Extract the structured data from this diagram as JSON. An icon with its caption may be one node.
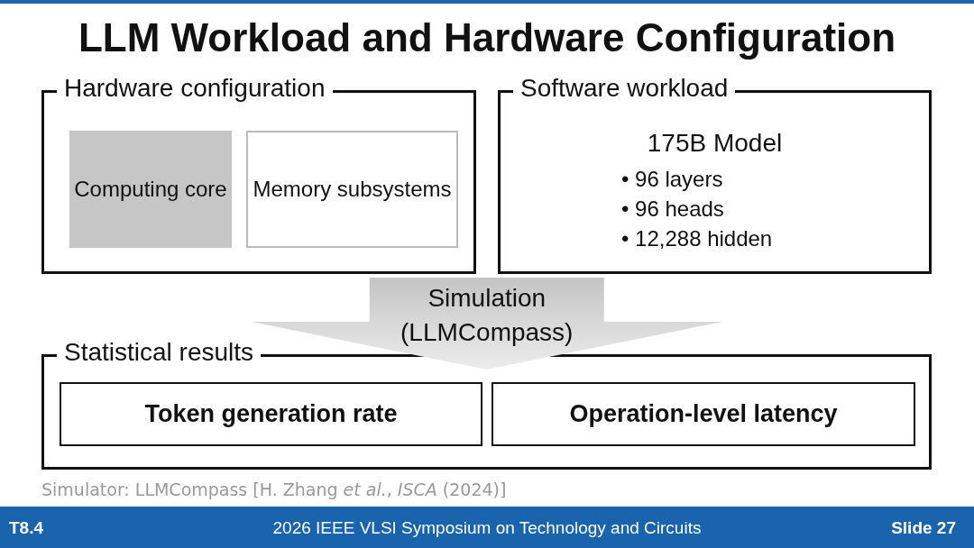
{
  "diagram": {
    "title": "LLM Workload and Hardware Configuration",
    "nodes": [
      {
        "text": [
          "Hardware configuration"
        ]
      },
      {
        "text": [
          "Computing core"
        ],
        "in": 0
      },
      {
        "text": [
          "Memory subsystems"
        ],
        "in": 0
      },
      {
        "text": [
          "Software workload",
          "175B Model",
          "• 96 layers",
          "• 96 heads",
          "• 12,288 hidden"
        ]
      },
      {
        "text": [
          "Statistical results"
        ]
      },
      {
        "text": [
          "Token generation rate"
        ],
        "in": 4
      },
      {
        "text": [
          "Operation-level latency"
        ],
        "in": 4
      }
    ],
    "edges": [
      {
        "from": 0,
        "to": 4,
        "arrow": "to",
        "label": "Simulation (LLMCompass)"
      },
      {
        "from": 3,
        "to": 4,
        "arrow": "to"
      }
    ],
    "labels": [
      "Simulator: LLMCompass [H. Zhang *et al.*, *ISCA* (2024)]",
      "T8.4",
      "2026 IEEE VLSI Symposium on Technology and Circuits",
      "Slide 27"
    ]
  }
}
